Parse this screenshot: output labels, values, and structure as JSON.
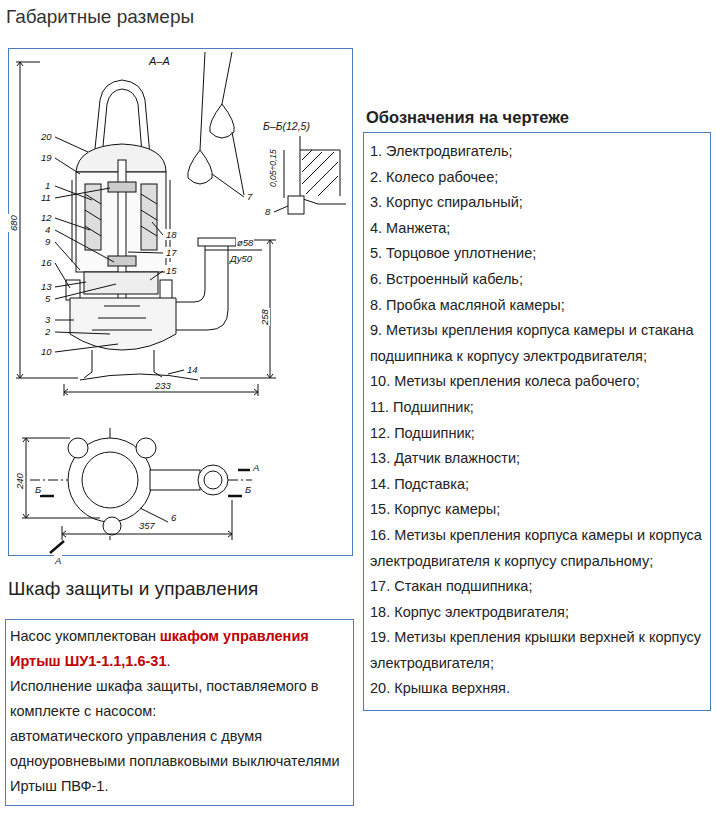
{
  "diagram": {
    "title": "Габаритные размеры",
    "nodes": [
      {
        "text": [
          "Обозначения на чертеже",
          "1. Электродвигатель;",
          "2. Колесо рабочее;",
          "3. Корпус спиральный;",
          "4. Манжета;",
          "5. Торцовое уплотнение;",
          "6. Встроенный кабель;",
          "8. Пробка масляной камеры;",
          "9. Метизы крепления корпуса камеры и стакана подшипника к корпусу электродвигателя;",
          "10. Метизы крепления колеса рабочего;",
          "11. Подшипник;",
          "12. Подшипник;",
          "13. Датчик влажности;",
          "14. Подставка;",
          "15. Корпус камеры;",
          "16. Метизы крепления корпуса камеры и корпуса электродвигателя к корпусу спиральному;",
          "17. Стакан подшипника;",
          "18. Корпус электродвигателя;",
          "19. Метизы крепления крышки верхней к корпусу электродвигателя;",
          "20. Крышка верхняя."
        ]
      },
      {
        "text": [
          "Шкаф защиты и управления",
          "Насос укомплектован",
          "шкафом управления Иртыш ШУ1-1.1,1.6-31",
          ".",
          "Исполнение шкафа защиты, поставляемого в комплекте с насосом:",
          "автоматического управления с двумя одноуровневыми поплавковыми выключателями Иртыш ПВФ-1."
        ]
      }
    ],
    "labels": [
      "А–А",
      "20",
      "19",
      "1",
      "11",
      "12",
      "4",
      "9",
      "16",
      "13",
      "5",
      "3",
      "2",
      "10",
      "18",
      "17",
      "15",
      "ø58",
      "Ду50",
      "14",
      "680",
      "258",
      "233",
      "Б–Б(12,5)",
      "0,05÷0,15",
      "7",
      "8",
      "240",
      "Б",
      "Б",
      "А",
      "А",
      "357",
      "6"
    ]
  }
}
